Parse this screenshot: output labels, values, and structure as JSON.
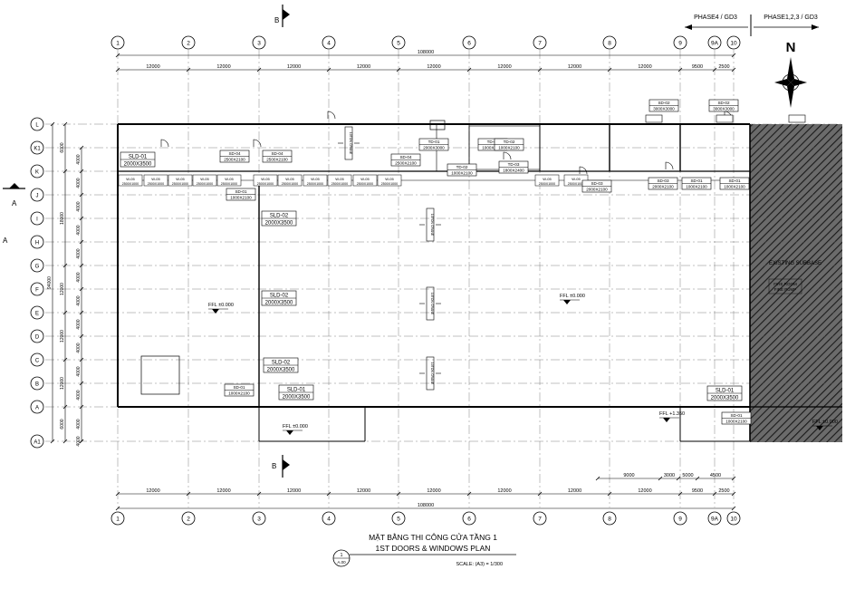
{
  "grid": {
    "columns": [
      "1",
      "2",
      "3",
      "4",
      "5",
      "6",
      "7",
      "8",
      "9",
      "9A",
      "10"
    ],
    "rows": [
      "L",
      "K1",
      "K",
      "J",
      "I",
      "H",
      "G",
      "F",
      "E",
      "D",
      "C",
      "B",
      "A",
      "A1"
    ]
  },
  "dimensions": {
    "total_width": "108000",
    "bay_widths": [
      "12000",
      "12000",
      "12000",
      "12000",
      "12000",
      "12000",
      "12000",
      "12000",
      "9500",
      "2500"
    ],
    "bottom_sub": [
      "9000",
      "3000",
      "5000",
      "4500"
    ],
    "total_height": "94000",
    "left_groups": [
      "6000",
      "18000",
      "12000",
      "12000",
      "12000",
      "6000"
    ],
    "left_inner": [
      "4000",
      "4000",
      "4000",
      "4000",
      "4000",
      "4000",
      "4000",
      "4000",
      "4000",
      "4000",
      "4000",
      "4000",
      "4000"
    ]
  },
  "phases": {
    "left": "PHASE4 / GD3",
    "right": "PHASE1,2,3 / GD3"
  },
  "north": "N",
  "section_marks": {
    "top": "B",
    "bottom": "B",
    "left": "A",
    "left_outer": "A"
  },
  "existing": {
    "label": "EXISTING SUBBASE",
    "note1": "FIRE ROOM",
    "note2": "FIRE PUMP"
  },
  "levels": {
    "ffl_a": "FFL ±0.000",
    "ffl_b": "FFL ±0.000",
    "ffl_c": "FFL ±0.000",
    "ffl_d": "FFL +1.350",
    "ffl_e": "FFL ±0.000"
  },
  "crane": "10TON CRANE",
  "tags": {
    "sld01_a": {
      "code": "SLD-01",
      "size": "2000X3500"
    },
    "sd04_a": {
      "code": "SD-04",
      "size": "2500X2100"
    },
    "sd04_b": {
      "code": "SD-04",
      "size": "2500X2100"
    },
    "sd01_a": {
      "code": "SD-01",
      "size": "1000X2100"
    },
    "sd04_c": {
      "code": "SD-04",
      "size": "2500X2100"
    },
    "td01": {
      "code": "TD-01",
      "size": "2000X3000"
    },
    "td02_a": {
      "code": "TD-02",
      "size": "1000X2100"
    },
    "td02_b": {
      "code": "TD-02",
      "size": "1000X2100"
    },
    "td02_c": {
      "code": "TD-02",
      "size": "1000X2100"
    },
    "td03": {
      "code": "TD-03",
      "size": "1800X2400"
    },
    "sd02_a": {
      "code": "SD-02",
      "size": "3000X3000"
    },
    "sd02_b": {
      "code": "SD-02",
      "size": "3000X3000"
    },
    "sd03_a": {
      "code": "SD-03",
      "size": "2000X2100"
    },
    "sd03_b": {
      "code": "SD-03",
      "size": "2000X2100"
    },
    "sd01_b": {
      "code": "SD-01",
      "size": "1000X2100"
    },
    "sd01_c": {
      "code": "SD-01",
      "size": "1000X2100"
    },
    "sld02_a": {
      "code": "SLD-02",
      "size": "2000X3500"
    },
    "sld02_b": {
      "code": "SLD-02",
      "size": "2000X3500"
    },
    "sld02_c": {
      "code": "SLD-02",
      "size": "2000X3500"
    },
    "sd01_d": {
      "code": "SD-01",
      "size": "1000X2100"
    },
    "sld01_b": {
      "code": "SLD-01",
      "size": "2000X3500"
    },
    "sld01_c": {
      "code": "SLD-01",
      "size": "2000X3500"
    },
    "sd01_e": {
      "code": "SD-01",
      "size": "1000X2100"
    }
  },
  "windows": {
    "code": "W-05",
    "size": "2500X1000"
  },
  "title": {
    "vi": "MẶT BẰNG THI CÔNG CỬA TẦNG 1",
    "en": "1ST DOORS & WINDOWS PLAN",
    "scale": "SCALE: (A3) = 1/300",
    "num": "1",
    "sheet": "A.00"
  }
}
